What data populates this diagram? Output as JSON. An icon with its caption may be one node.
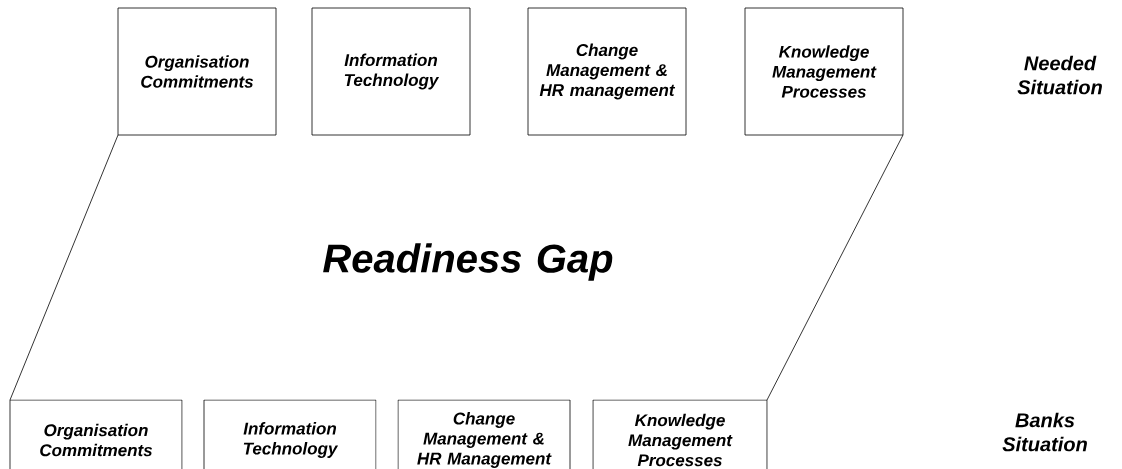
{
  "diagram": {
    "nodes": [
      {
        "text": [
          "Organisation Commitments"
        ]
      },
      {
        "text": [
          "Information Technology"
        ]
      },
      {
        "text": [
          "Change Management & HR management"
        ]
      },
      {
        "text": [
          "Knowledge Management Processes"
        ]
      },
      {
        "text": [
          "Organisation Commitments"
        ]
      },
      {
        "text": [
          "Information Technology"
        ]
      },
      {
        "text": [
          "Change Management & HR Management"
        ]
      },
      {
        "text": [
          "Knowledge Management Processes"
        ]
      }
    ],
    "edges": [
      {
        "from": 0,
        "to": 4,
        "arrow": "none"
      },
      {
        "from": 3,
        "to": 7,
        "arrow": "none"
      }
    ],
    "labels": [
      "Needed Situation",
      "Readiness Gap",
      "Banks Situation"
    ]
  }
}
